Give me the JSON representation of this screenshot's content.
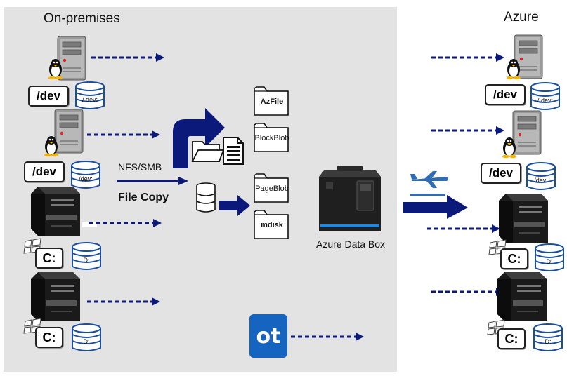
{
  "regions": {
    "onprem": "On-premises",
    "azure": "Azure"
  },
  "transfer": {
    "protocol": "NFS/SMB",
    "action": "File Copy"
  },
  "device": {
    "label": "Azure Data Box"
  },
  "storage_types": [
    "AzFile",
    "BlockBlob",
    "PageBlob",
    "mdisk"
  ],
  "linux_mount": "/dev",
  "disk_linux": "/ dev:",
  "disk_linux_alt": "/dev:",
  "windows_drive": "C:",
  "disk_windows": "D:",
  "ot_logo": "ot",
  "colors": {
    "arrow": "#0b1a7a",
    "onprem_bg": "#e3e3e4",
    "plane": "#2f6db5",
    "ot_logo": "#1565c0"
  }
}
